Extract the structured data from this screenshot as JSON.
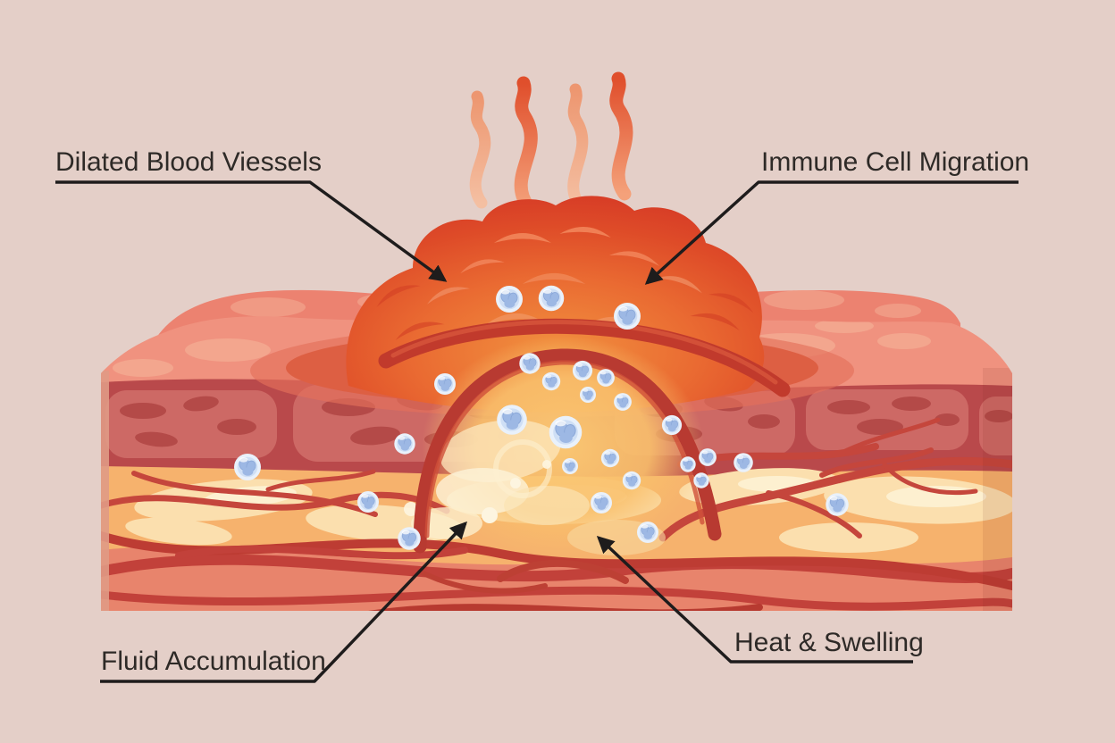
{
  "diagram": {
    "subject": "skin-inflammation-cross-section",
    "labels": {
      "dilated_blood_vessels": "Dilated Blood Viessels",
      "immune_cell_migration": "Immune Cell Migration",
      "fluid_accumulation": "Fluid Accumulation",
      "heat_swelling": "Heat & Swelling"
    },
    "colors": {
      "background": "#e4cfc8",
      "label_text": "#2e2a27",
      "leader_line": "#1e1c1c",
      "epidermis_salmon": "#f0927f",
      "cell_band_red": "#b9494b",
      "cell_block_pink": "#cd6965",
      "fat_orange": "#f6b26d",
      "fat_cream": "#fbdfae",
      "dermis_salmon": "#e8846c",
      "vessel_red": "#c13a2c",
      "bump_red": "#d93c26",
      "bump_orange_core": "#f08a3e",
      "immune_cell_fill": "#cfdff5",
      "immune_cell_nucleus": "#9db8e4",
      "heat_wave_dark": "#e04f2c",
      "heat_wave_light": "#f0a07a"
    }
  }
}
